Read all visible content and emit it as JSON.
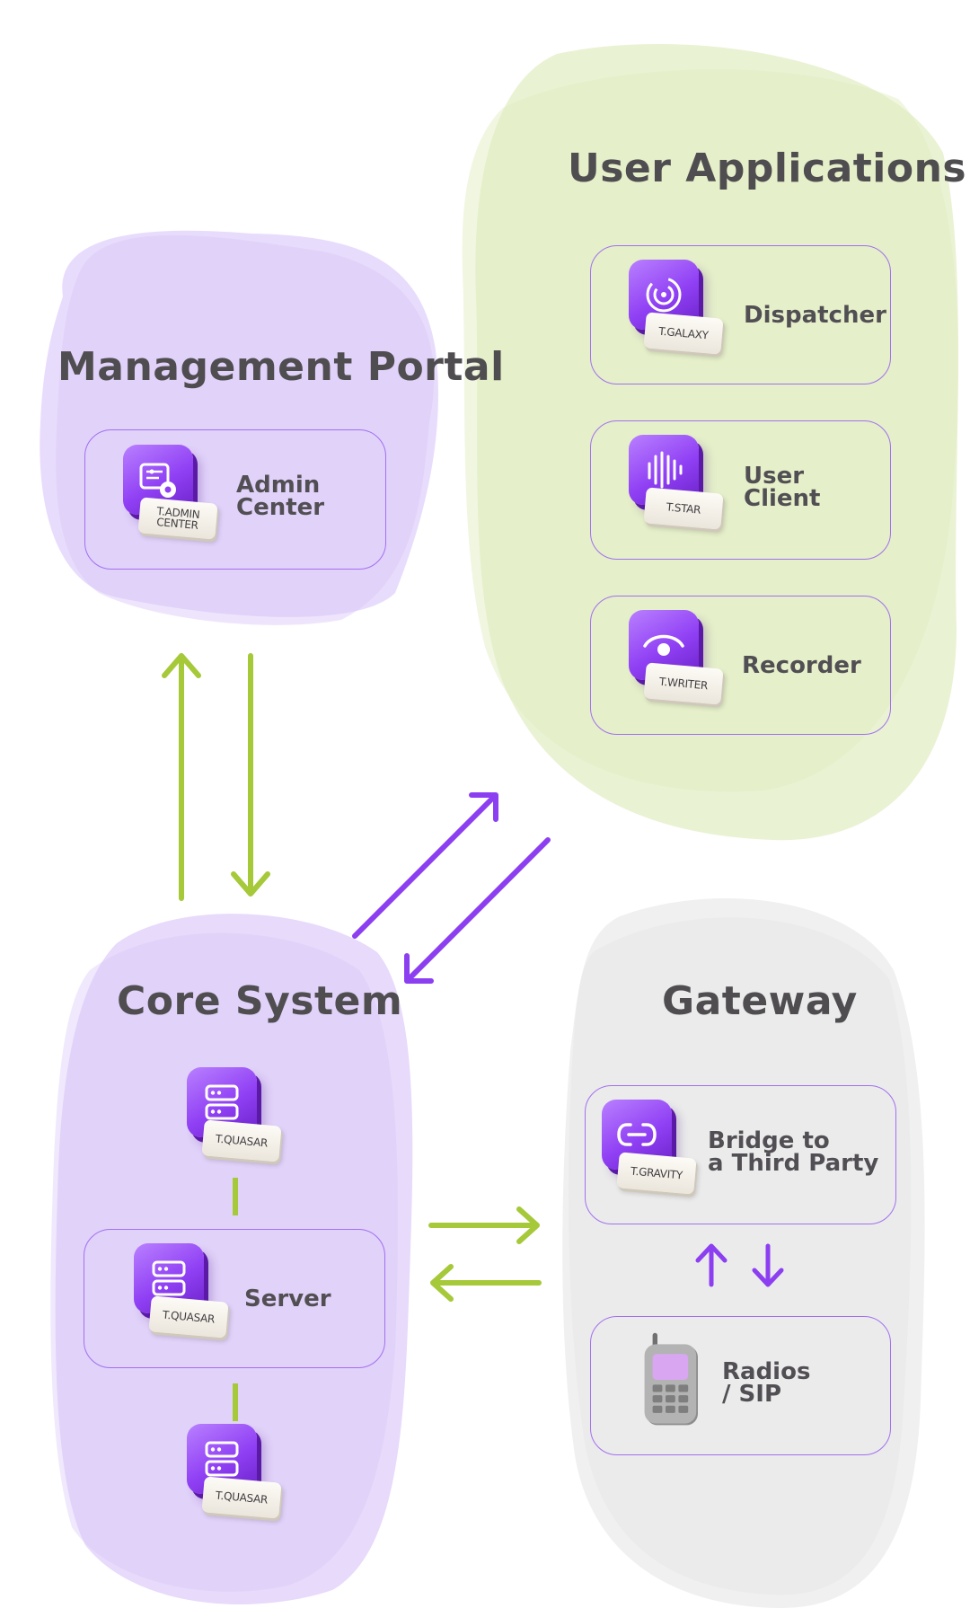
{
  "colors": {
    "purple_region": "#e4d6fb",
    "green_region": "#e8f1cf",
    "gray_region": "#efefef",
    "purple_accent": "#8c3ff0",
    "green_arrow": "#a6c93a",
    "title_text": "#4f4d50"
  },
  "sections": {
    "management_portal": {
      "title": "Management Portal",
      "cards": [
        {
          "label": "Admin\nCenter",
          "tag": "T.ADMIN\nCENTER",
          "icon": "admin-settings-icon"
        }
      ]
    },
    "user_applications": {
      "title": "User Applications",
      "cards": [
        {
          "label": "Dispatcher",
          "tag": "T.GALAXY",
          "icon": "galaxy-swirl-icon"
        },
        {
          "label": "User\nClient",
          "tag": "T.STAR",
          "icon": "sound-wave-icon"
        },
        {
          "label": "Recorder",
          "tag": "T.WRITER",
          "icon": "eye-icon"
        }
      ]
    },
    "core_system": {
      "title": "Core System",
      "nodes": [
        {
          "tag": "T.QUASAR",
          "icon": "server-icon"
        },
        {
          "label": "Server",
          "tag": "T.QUASAR",
          "icon": "server-icon"
        },
        {
          "tag": "T.QUASAR",
          "icon": "server-icon"
        }
      ]
    },
    "gateway": {
      "title": "Gateway",
      "cards": [
        {
          "label": "Bridge to\na Third Party",
          "tag": "T.GRAVITY",
          "icon": "link-icon"
        },
        {
          "label": "Radios\n/ SIP",
          "icon": "handheld-radio-icon"
        }
      ]
    }
  }
}
